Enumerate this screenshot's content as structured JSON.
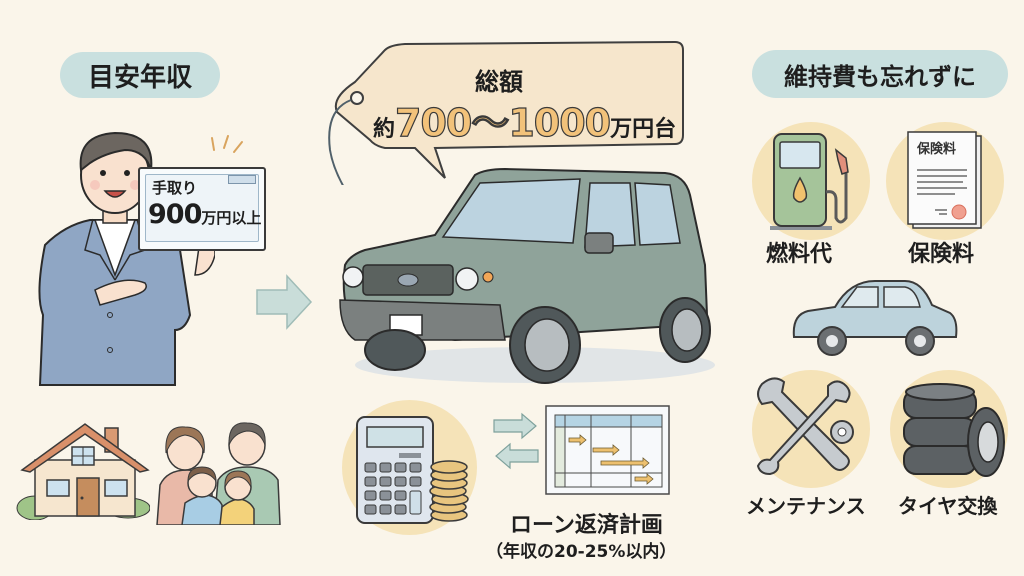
{
  "left_section": {
    "title": "目安年収",
    "sign": {
      "line1": "手取り",
      "amount": "900",
      "unit": "万円以上"
    }
  },
  "center_section": {
    "price_tag": {
      "line1": "総額",
      "prefix": "約",
      "range": "700〜1000",
      "unit": "万円台"
    },
    "loan": {
      "title": "ローン返済計画",
      "subtitle": "（年収の20-25%以内）"
    }
  },
  "right_section": {
    "title": "維持費も忘れずに",
    "items": [
      {
        "label": "燃料代",
        "icon": "gas-pump-icon"
      },
      {
        "label": "保険料",
        "icon": "insurance-document-icon",
        "doc_title": "保険料"
      },
      {
        "label": "メンテナンス",
        "icon": "wrench-gear-icon"
      },
      {
        "label": "タイヤ交換",
        "icon": "tires-icon"
      }
    ]
  },
  "colors": {
    "background": "#faf5ea",
    "pill": "#c9e0df",
    "price_accent": "#f2c27a",
    "tag_fill": "#f6e6cc",
    "circle_bg": "#f5e3b8",
    "suv_body": "#8fa39a"
  }
}
